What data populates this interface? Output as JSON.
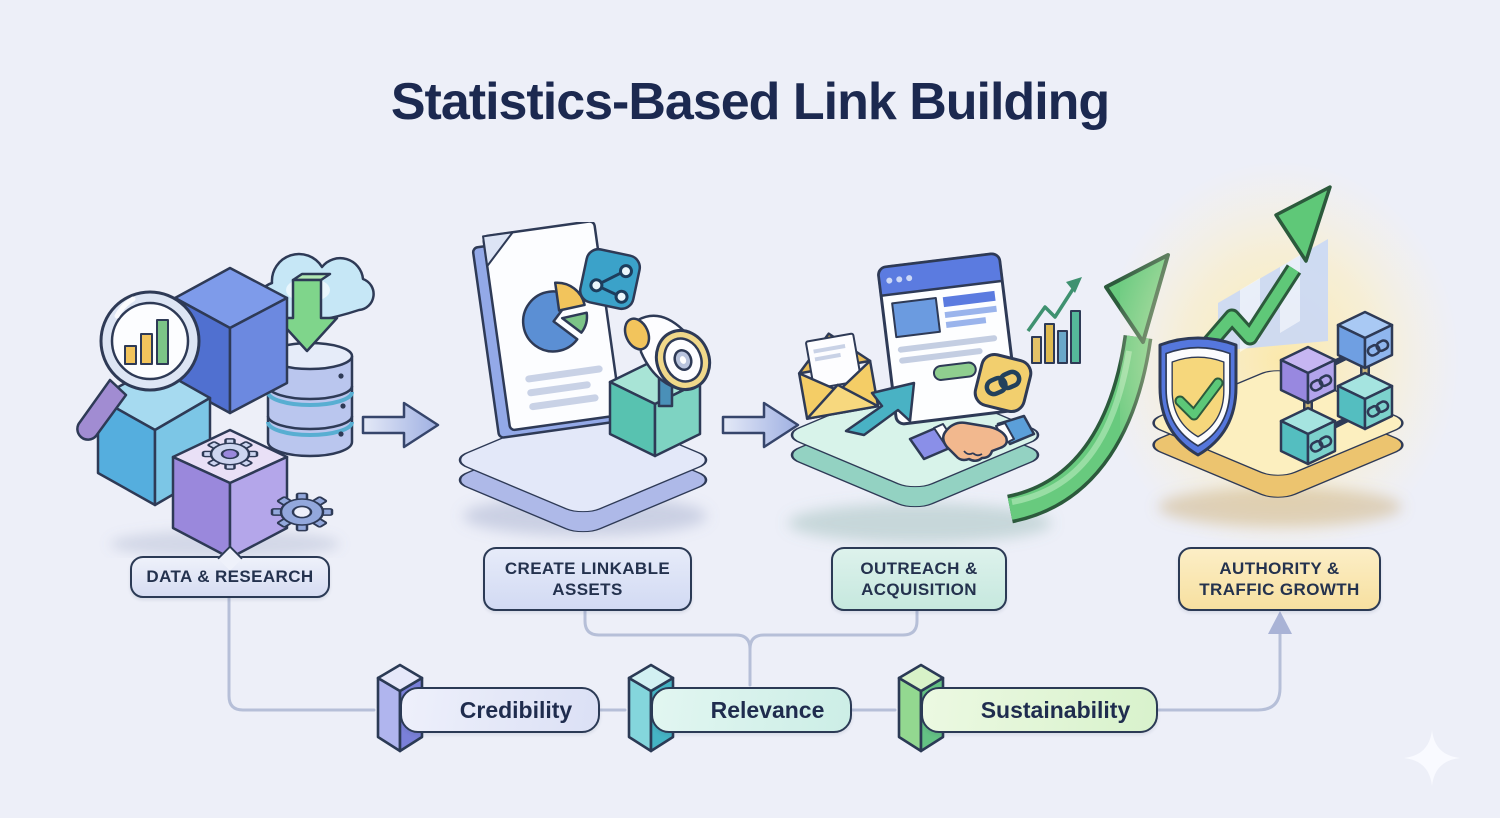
{
  "title": "Statistics-Based Link Building",
  "stages": [
    {
      "label": "DATA & RESEARCH",
      "icons": [
        "magnifier-bar-chart-icon",
        "data-cube-icon",
        "gear-cube-icon",
        "database-icon",
        "cloud-download-icon"
      ]
    },
    {
      "label": "CREATE LINKABLE ASSETS",
      "icons": [
        "document-pie-chart-icon",
        "share-badge-icon",
        "megaphone-icon",
        "platform"
      ]
    },
    {
      "label": "OUTREACH & ACQUISITION",
      "icons": [
        "envelope-icon",
        "browser-window-icon",
        "send-arrow-icon",
        "handshake-icon",
        "link-badge-icon",
        "mini-bar-chart-icon",
        "growth-curve-arrow-icon",
        "platform"
      ]
    },
    {
      "label": "AUTHORITY & TRAFFIC GROWTH",
      "icons": [
        "shield-check-icon",
        "trend-arrow-icon",
        "area-chart-icon",
        "link-cubes-icon",
        "platform"
      ]
    }
  ],
  "principles": [
    {
      "label": "Credibility",
      "accent": "#7d82d6"
    },
    {
      "label": "Relevance",
      "accent": "#45b7c6"
    },
    {
      "label": "Sustainability",
      "accent": "#6cc487"
    }
  ],
  "colors": {
    "background": "#edeff8",
    "title_text": "#1c2950",
    "outline": "#2b3a55",
    "connector_line": "#b6bfd8",
    "label_fills": [
      "#dfe4f5",
      "#d6ddf4",
      "#cdebe2",
      "#fae8b0"
    ],
    "flow_arrow_fill": "#b9c6e8",
    "growth_green": "#68ca7e",
    "glow_yellow": "#fce8a8"
  }
}
